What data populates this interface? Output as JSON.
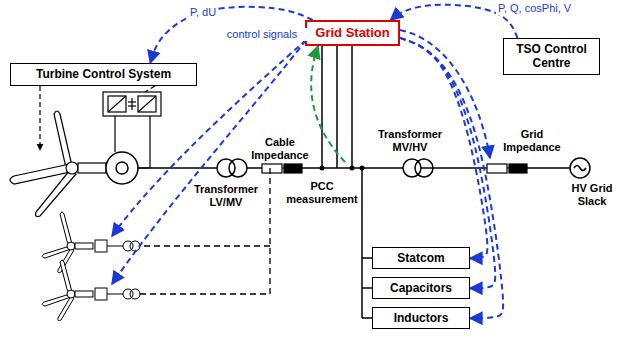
{
  "diagram": {
    "nodes": [
      {
        "text": [
          "Turbine Control System"
        ]
      },
      {
        "text": [
          "Grid Station"
        ]
      },
      {
        "text": [
          "TSO Control Centre"
        ]
      },
      {
        "text": [
          "Statcom"
        ]
      },
      {
        "text": [
          "Capacitors"
        ]
      },
      {
        "text": [
          "Inductors"
        ]
      }
    ],
    "edges": [
      {
        "from": 1,
        "to": 0,
        "label": "P, dU",
        "arrow": "to"
      },
      {
        "from": 2,
        "to": 1,
        "label": "P, Q, cosPhi, V",
        "arrow": "to"
      },
      {
        "from": 1,
        "to": 3,
        "arrow": "to"
      },
      {
        "from": 1,
        "to": 4,
        "arrow": "to"
      },
      {
        "from": 1,
        "to": 5,
        "arrow": "to"
      }
    ],
    "labels": [
      "control signals",
      "Cable Impedance",
      "Transformer LV/MV",
      "PCC measurement",
      "Transformer MV/HV",
      "Grid Impedance",
      "HV Grid Slack"
    ]
  }
}
